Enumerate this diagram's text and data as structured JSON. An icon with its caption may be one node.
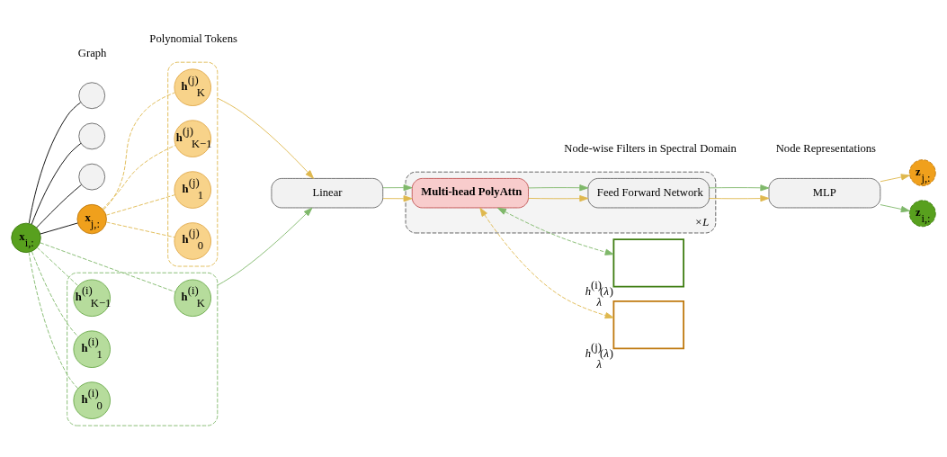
{
  "diagram": {
    "nodes": [
      {
        "text": [],
        "shape": "circle"
      },
      {
        "text": [],
        "shape": "circle"
      },
      {
        "text": [
          "**x**$_{i,:}$"
        ]
      },
      {
        "text": [],
        "shape": "circle"
      },
      {
        "text": [
          "**x**$_{j,:}$"
        ]
      },
      {
        "text": [],
        "shape": "box"
      },
      {
        "text": [
          "**h**$^{(j)}$$_{K}$"
        ],
        "in": 5
      },
      {
        "text": [
          "**h**$^{(j)}$$_{K−1}$"
        ],
        "in": 5
      },
      {
        "text": [
          "**h**$^{(j)}$$_{1}$"
        ],
        "in": 5
      },
      {
        "text": [
          "**h**$^{(j)}$$_{0}$"
        ],
        "in": 5
      },
      {
        "text": [],
        "shape": "box"
      },
      {
        "text": [
          "**h**$^{(i)}$$_{K}$"
        ],
        "in": 10
      },
      {
        "text": [
          "**h**$^{(i)}$$_{K−1}$"
        ],
        "in": 10
      },
      {
        "text": [
          "**h**$^{(i)}$$_{1}$"
        ],
        "in": 10
      },
      {
        "text": [
          "**h**$^{(i)}$$_{0}$"
        ],
        "in": 10
      },
      {
        "text": [
          "Linear"
        ]
      },
      {
        "text": [],
        "shape": "box",
        "beside": [
          "×*L*"
        ]
      },
      {
        "text": [
          "Multi-head PolyAttn"
        ],
        "in": 16
      },
      {
        "text": [
          "Feed Forward Network"
        ],
        "in": 16
      },
      {
        "text": [
          "MLP"
        ]
      },
      {
        "text": [
          "**z**$_{j,:}$"
        ]
      },
      {
        "text": [
          "**z**$_{i,:}$"
        ]
      },
      {
        "text": [],
        "shape": "box",
        "beside": [
          "*h*$^{(i)}$(*λ*)",
          "*λ*"
        ]
      },
      {
        "text": [],
        "shape": "box",
        "beside": [
          "*h*$^{(j)}$(*λ*)",
          "*λ*"
        ]
      }
    ],
    "edges": [
      {
        "from": 2,
        "to": 0,
        "arrow": "none",
        "color": "#000000"
      },
      {
        "from": 2,
        "to": 1,
        "arrow": "none",
        "color": "#000000"
      },
      {
        "from": 2,
        "to": 3,
        "arrow": "none",
        "color": "#000000"
      },
      {
        "from": 2,
        "to": 4,
        "arrow": "none",
        "color": "#000000"
      },
      {
        "from": 2,
        "to": 11,
        "arrow": "none",
        "style": "dashed",
        "color": "#7fb86a"
      },
      {
        "from": 2,
        "to": 12,
        "arrow": "none",
        "style": "dashed",
        "color": "#7fb86a"
      },
      {
        "from": 2,
        "to": 13,
        "arrow": "none",
        "style": "dashed",
        "color": "#7fb86a"
      },
      {
        "from": 2,
        "to": 14,
        "arrow": "none",
        "style": "dashed",
        "color": "#7fb86a"
      },
      {
        "from": 4,
        "to": 6,
        "arrow": "none",
        "style": "dashed",
        "color": "#dfb84e"
      },
      {
        "from": 4,
        "to": 7,
        "arrow": "none",
        "style": "dashed",
        "color": "#dfb84e"
      },
      {
        "from": 4,
        "to": 8,
        "arrow": "none",
        "style": "dashed",
        "color": "#dfb84e"
      },
      {
        "from": 4,
        "to": 9,
        "arrow": "none",
        "style": "dashed",
        "color": "#dfb84e"
      },
      {
        "from": 5,
        "to": 15,
        "arrow": "to",
        "color": "#dfb84e"
      },
      {
        "from": 10,
        "to": 15,
        "arrow": "to",
        "color": "#7fb86a"
      },
      {
        "from": 15,
        "to": 17,
        "arrow": "to",
        "color": "#dfb84e"
      },
      {
        "from": 15,
        "to": 17,
        "arrow": "to",
        "color": "#7fb86a"
      },
      {
        "from": 17,
        "to": 18,
        "arrow": "to",
        "color": "#dfb84e"
      },
      {
        "from": 17,
        "to": 18,
        "arrow": "to",
        "color": "#7fb86a"
      },
      {
        "from": 18,
        "to": 19,
        "arrow": "to",
        "color": "#dfb84e"
      },
      {
        "from": 18,
        "to": 19,
        "arrow": "to",
        "color": "#7fb86a"
      },
      {
        "from": 19,
        "to": 20,
        "arrow": "to",
        "color": "#dfb84e"
      },
      {
        "from": 19,
        "to": 21,
        "arrow": "to",
        "color": "#7fb86a"
      },
      {
        "from": 17,
        "to": 22,
        "arrow": "both",
        "style": "dashed",
        "color": "#7fb86a"
      },
      {
        "from": 17,
        "to": 23,
        "arrow": "both",
        "style": "dashed",
        "color": "#dfb84e"
      }
    ],
    "labels": [
      "Graph",
      "Polynomial Tokens",
      "Node Representations",
      "Node-wise Filters in Spectral Domain"
    ]
  }
}
